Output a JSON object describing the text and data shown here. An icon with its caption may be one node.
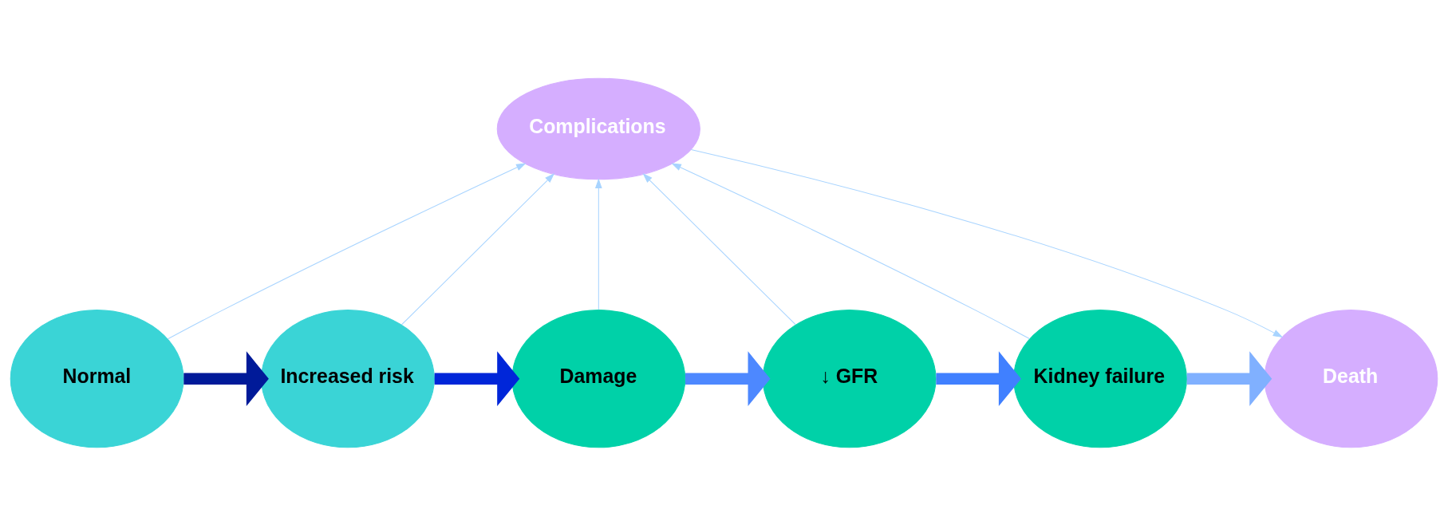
{
  "diagram": {
    "nodes": [
      {
        "text": [
          "Complications"
        ]
      },
      {
        "text": [
          "Normal"
        ]
      },
      {
        "text": [
          "Increased risk"
        ]
      },
      {
        "text": [
          "Damage"
        ]
      },
      {
        "text": [
          "↓ GFR"
        ]
      },
      {
        "text": [
          "Kidney failure"
        ]
      },
      {
        "text": [
          "Death"
        ]
      }
    ],
    "edges": [
      {
        "from": 1,
        "to": 2,
        "arrow": "to",
        "style": "thick",
        "color": "#001a99"
      },
      {
        "from": 2,
        "to": 3,
        "arrow": "to",
        "style": "thick",
        "color": "#0026d9"
      },
      {
        "from": 3,
        "to": 4,
        "arrow": "to",
        "style": "thick",
        "color": "#4d88ff"
      },
      {
        "from": 4,
        "to": 5,
        "arrow": "to",
        "style": "thick",
        "color": "#4080ff"
      },
      {
        "from": 5,
        "to": 6,
        "arrow": "to",
        "style": "thick",
        "color": "#80b0ff"
      },
      {
        "from": 1,
        "to": 0,
        "arrow": "to"
      },
      {
        "from": 2,
        "to": 0,
        "arrow": "to"
      },
      {
        "from": 3,
        "to": 0,
        "arrow": "to"
      },
      {
        "from": 4,
        "to": 0,
        "arrow": "to"
      },
      {
        "from": 5,
        "to": 0,
        "arrow": "to"
      },
      {
        "from": 0,
        "to": 6,
        "arrow": "to"
      }
    ]
  }
}
